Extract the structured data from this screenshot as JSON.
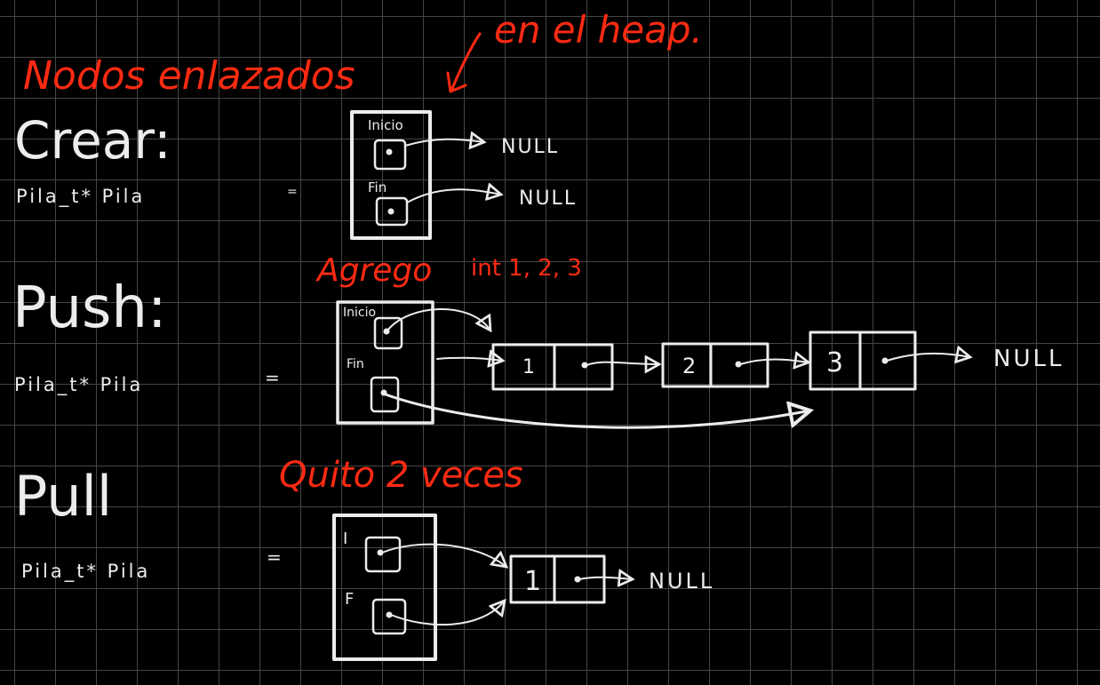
{
  "annotations": {
    "title": "Nodos enlazados",
    "heap_note": "en el heap."
  },
  "sections": {
    "crear": {
      "heading": "Crear:",
      "signature": "Pila_t* Pila",
      "equals": "=",
      "struct_fields": [
        "Inicio",
        "Fin"
      ],
      "targets": [
        "NULL",
        "NULL"
      ]
    },
    "push": {
      "heading": "Push:",
      "signature": "Pila_t* Pila",
      "equals": "=",
      "note": "Agrego",
      "note_values": "int 1, 2, 3",
      "struct_fields": [
        "Inicio",
        "Fin"
      ],
      "nodes": [
        "1",
        "2",
        "3"
      ],
      "tail": "NULL"
    },
    "pull": {
      "heading": "Pull",
      "signature": "Pila_t* Pila",
      "equals": "=",
      "note": "Quito 2 veces",
      "struct_fields": [
        "I",
        "F"
      ],
      "nodes": [
        "1"
      ],
      "tail": "NULL"
    }
  },
  "colors": {
    "background": "#000000",
    "grid": "#454545",
    "ink": "#ececec",
    "annotation": "#ff2a12"
  }
}
